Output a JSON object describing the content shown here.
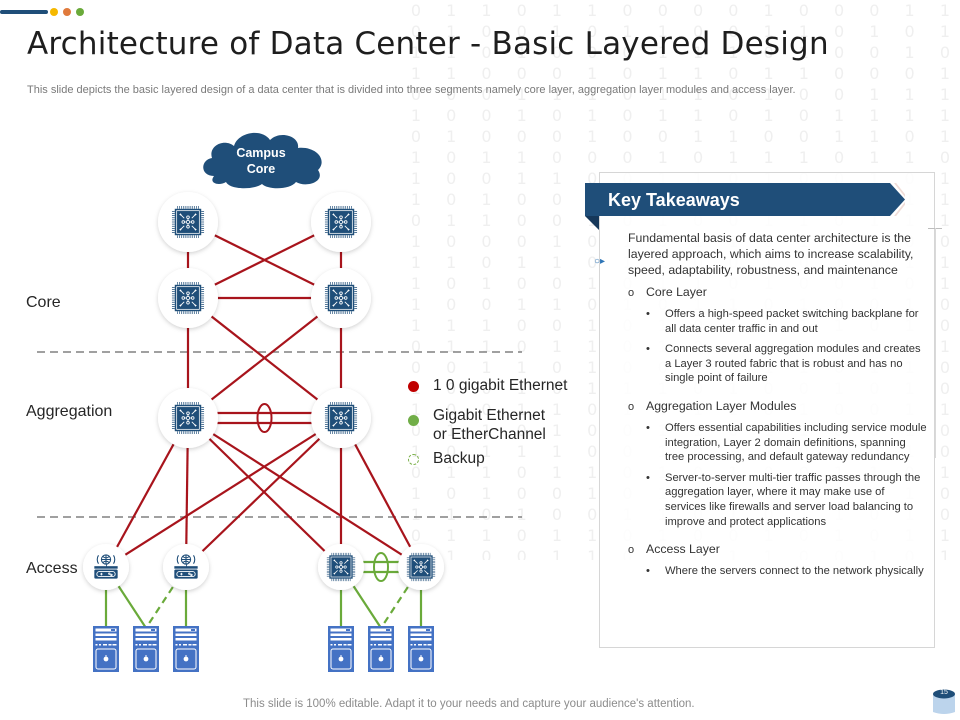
{
  "header": {
    "accent_dots": [
      "#f5b800",
      "#e07a3c",
      "#6aaa3a"
    ],
    "accent_color": "#1f4e79",
    "title": "Architecture of Data Center - Basic Layered Design",
    "subtitle": "This slide depicts the basic layered design of a data center that is divided into three segments namely core layer, aggregation layer modules and access layer."
  },
  "diagram": {
    "cloud_label_line1": "Campus",
    "cloud_label_line2": "Core",
    "layers": {
      "core": "Core",
      "aggregation": "Aggregation",
      "access": "Access"
    },
    "colors": {
      "ten_gig": "#a8141c",
      "gig": "#6aaa3a",
      "node_icon": "#1f4e79",
      "server": "#4472c4",
      "cloud": "#1f4e79",
      "divider": "#808080"
    },
    "nodes": [
      {
        "id": "c1",
        "icon": "chip-switch-icon",
        "layer": "core-upper"
      },
      {
        "id": "c2",
        "icon": "chip-switch-icon",
        "layer": "core-upper"
      },
      {
        "id": "c3",
        "icon": "chip-switch-icon",
        "layer": "core"
      },
      {
        "id": "c4",
        "icon": "chip-switch-icon",
        "layer": "core"
      },
      {
        "id": "a1",
        "icon": "chip-switch-icon",
        "layer": "aggregation"
      },
      {
        "id": "a2",
        "icon": "chip-switch-icon",
        "layer": "aggregation"
      },
      {
        "id": "s1",
        "icon": "network-device-icon",
        "layer": "access"
      },
      {
        "id": "s2",
        "icon": "network-device-icon",
        "layer": "access"
      },
      {
        "id": "s3",
        "icon": "chip-switch-icon",
        "layer": "access"
      },
      {
        "id": "s4",
        "icon": "chip-switch-icon",
        "layer": "access"
      }
    ],
    "servers": [
      "srv1",
      "srv2",
      "srv3",
      "srv4",
      "srv5",
      "srv6"
    ],
    "links": [
      {
        "from": "c1",
        "to": "c3",
        "type": "ten_gig"
      },
      {
        "from": "c2",
        "to": "c4",
        "type": "ten_gig"
      },
      {
        "from": "c1",
        "to": "c4",
        "type": "ten_gig"
      },
      {
        "from": "c2",
        "to": "c3",
        "type": "ten_gig"
      },
      {
        "from": "c3",
        "to": "c4",
        "type": "ten_gig"
      },
      {
        "from": "c3",
        "to": "a1",
        "type": "ten_gig"
      },
      {
        "from": "c4",
        "to": "a2",
        "type": "ten_gig"
      },
      {
        "from": "c3",
        "to": "a2",
        "type": "ten_gig"
      },
      {
        "from": "c4",
        "to": "a1",
        "type": "ten_gig"
      },
      {
        "from": "a1",
        "to": "s1",
        "type": "ten_gig"
      },
      {
        "from": "a1",
        "to": "s2",
        "type": "ten_gig"
      },
      {
        "from": "a1",
        "to": "s3",
        "type": "ten_gig"
      },
      {
        "from": "a1",
        "to": "s4",
        "type": "ten_gig"
      },
      {
        "from": "a2",
        "to": "s1",
        "type": "ten_gig"
      },
      {
        "from": "a2",
        "to": "s2",
        "type": "ten_gig"
      },
      {
        "from": "a2",
        "to": "s3",
        "type": "ten_gig"
      },
      {
        "from": "a2",
        "to": "s4",
        "type": "ten_gig"
      },
      {
        "from": "a1",
        "to": "a2",
        "type": "ten_gig_channel"
      },
      {
        "from": "s3",
        "to": "s4",
        "type": "gig_channel"
      },
      {
        "from": "s1",
        "to": "srv1",
        "type": "gig"
      },
      {
        "from": "s1",
        "to": "srv2",
        "type": "gig"
      },
      {
        "from": "s2",
        "to": "srv2",
        "type": "backup"
      },
      {
        "from": "s2",
        "to": "srv3",
        "type": "gig"
      },
      {
        "from": "s3",
        "to": "srv4",
        "type": "gig"
      },
      {
        "from": "s3",
        "to": "srv5",
        "type": "gig"
      },
      {
        "from": "s4",
        "to": "srv5",
        "type": "backup"
      },
      {
        "from": "s4",
        "to": "srv6",
        "type": "gig"
      }
    ],
    "legend": [
      {
        "key": "ten_gig",
        "label": "1 0 gigabit Ethernet",
        "color": "#c00000"
      },
      {
        "key": "gig",
        "label_line1": "Gigabit Ethernet",
        "label_line2": "or EtherChannel",
        "color": "#70ad47"
      },
      {
        "key": "backup",
        "label": "Backup",
        "color": "#70ad47"
      }
    ]
  },
  "takeaways": {
    "heading": "Key Takeaways",
    "banner_color": "#1f4e79",
    "intro": "Fundamental basis of data center architecture is the layered approach, which aims to increase scalability, speed, adaptability, robustness, and maintenance",
    "sections": [
      {
        "title": "Core Layer",
        "bullets": [
          "Offers a high-speed packet switching backplane for all data center traffic in and out",
          "Connects several aggregation modules and creates a Layer 3 routed fabric that is robust and has no single point of failure"
        ]
      },
      {
        "title": "Aggregation Layer Modules",
        "bullets": [
          "Offers essential capabilities including service module integration, Layer 2 domain definitions, spanning tree processing, and default gateway redundancy",
          "Server-to-server multi-tier traffic passes through the aggregation layer, where it may make use of services like firewalls and server load balancing to improve and protect applications"
        ]
      },
      {
        "title": "Access Layer",
        "bullets": [
          "Where the servers connect to the network physically"
        ]
      }
    ]
  },
  "footer": {
    "text": "This slide is 100% editable. Adapt it to your needs and capture your audience's attention.",
    "page_number": "15"
  }
}
